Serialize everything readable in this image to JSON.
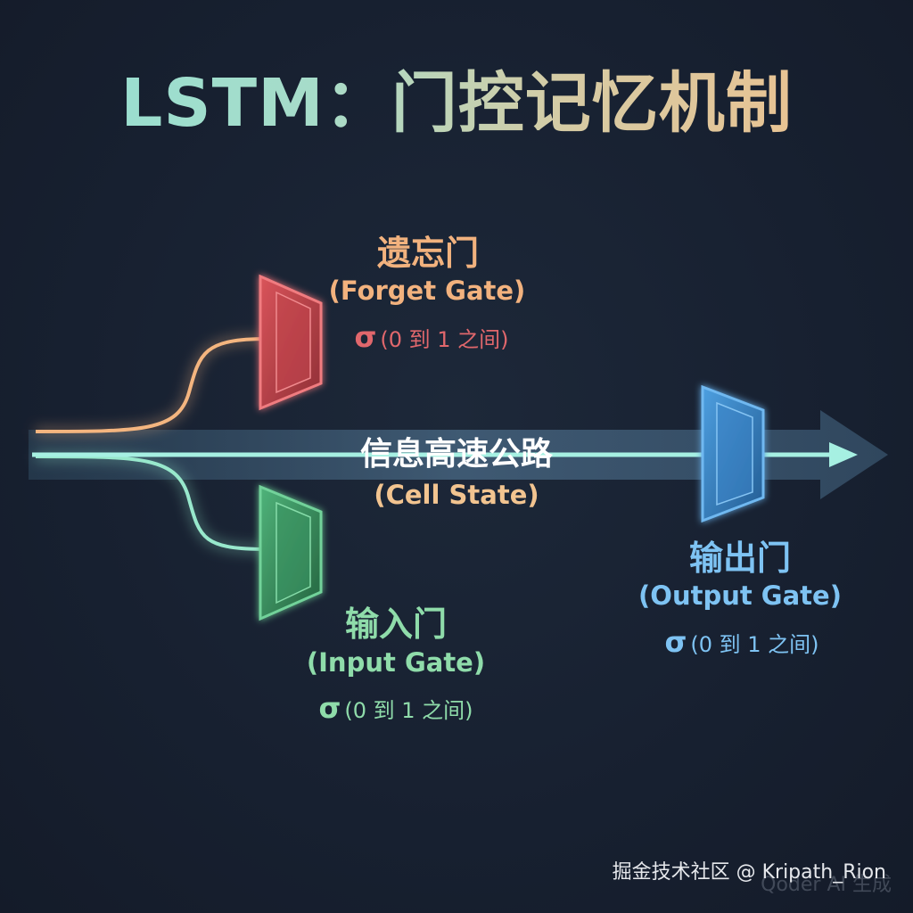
{
  "title": "LSTM：门控记忆机制",
  "cell_state": {
    "label_zh": "信息高速公路",
    "label_en": "(Cell State)"
  },
  "forget_gate": {
    "label_zh": "遗忘门",
    "label_en": "(Forget Gate)",
    "sigma_symbol": "σ",
    "range_text": "(0 到 1 之间)",
    "color": "#e0676c",
    "line_color": "#f2b27e"
  },
  "input_gate": {
    "label_zh": "输入门",
    "label_en": "(Input Gate)",
    "sigma_symbol": "σ",
    "range_text": "(0 到 1 之间)",
    "color": "#5fbf85",
    "line_color": "#8fe3c6"
  },
  "output_gate": {
    "label_zh": "输出门",
    "label_en": "(Output Gate)",
    "sigma_symbol": "σ",
    "range_text": "(0 到 1 之间)",
    "color": "#5aa9e6"
  },
  "watermark": {
    "text": "掘金技术社区 @ Kripath_Rion",
    "faint_text": "Qoder AI 生成"
  },
  "colors": {
    "background": "#172030",
    "cell_line": "#8fe8d8",
    "cell_band": "#3b5872"
  }
}
